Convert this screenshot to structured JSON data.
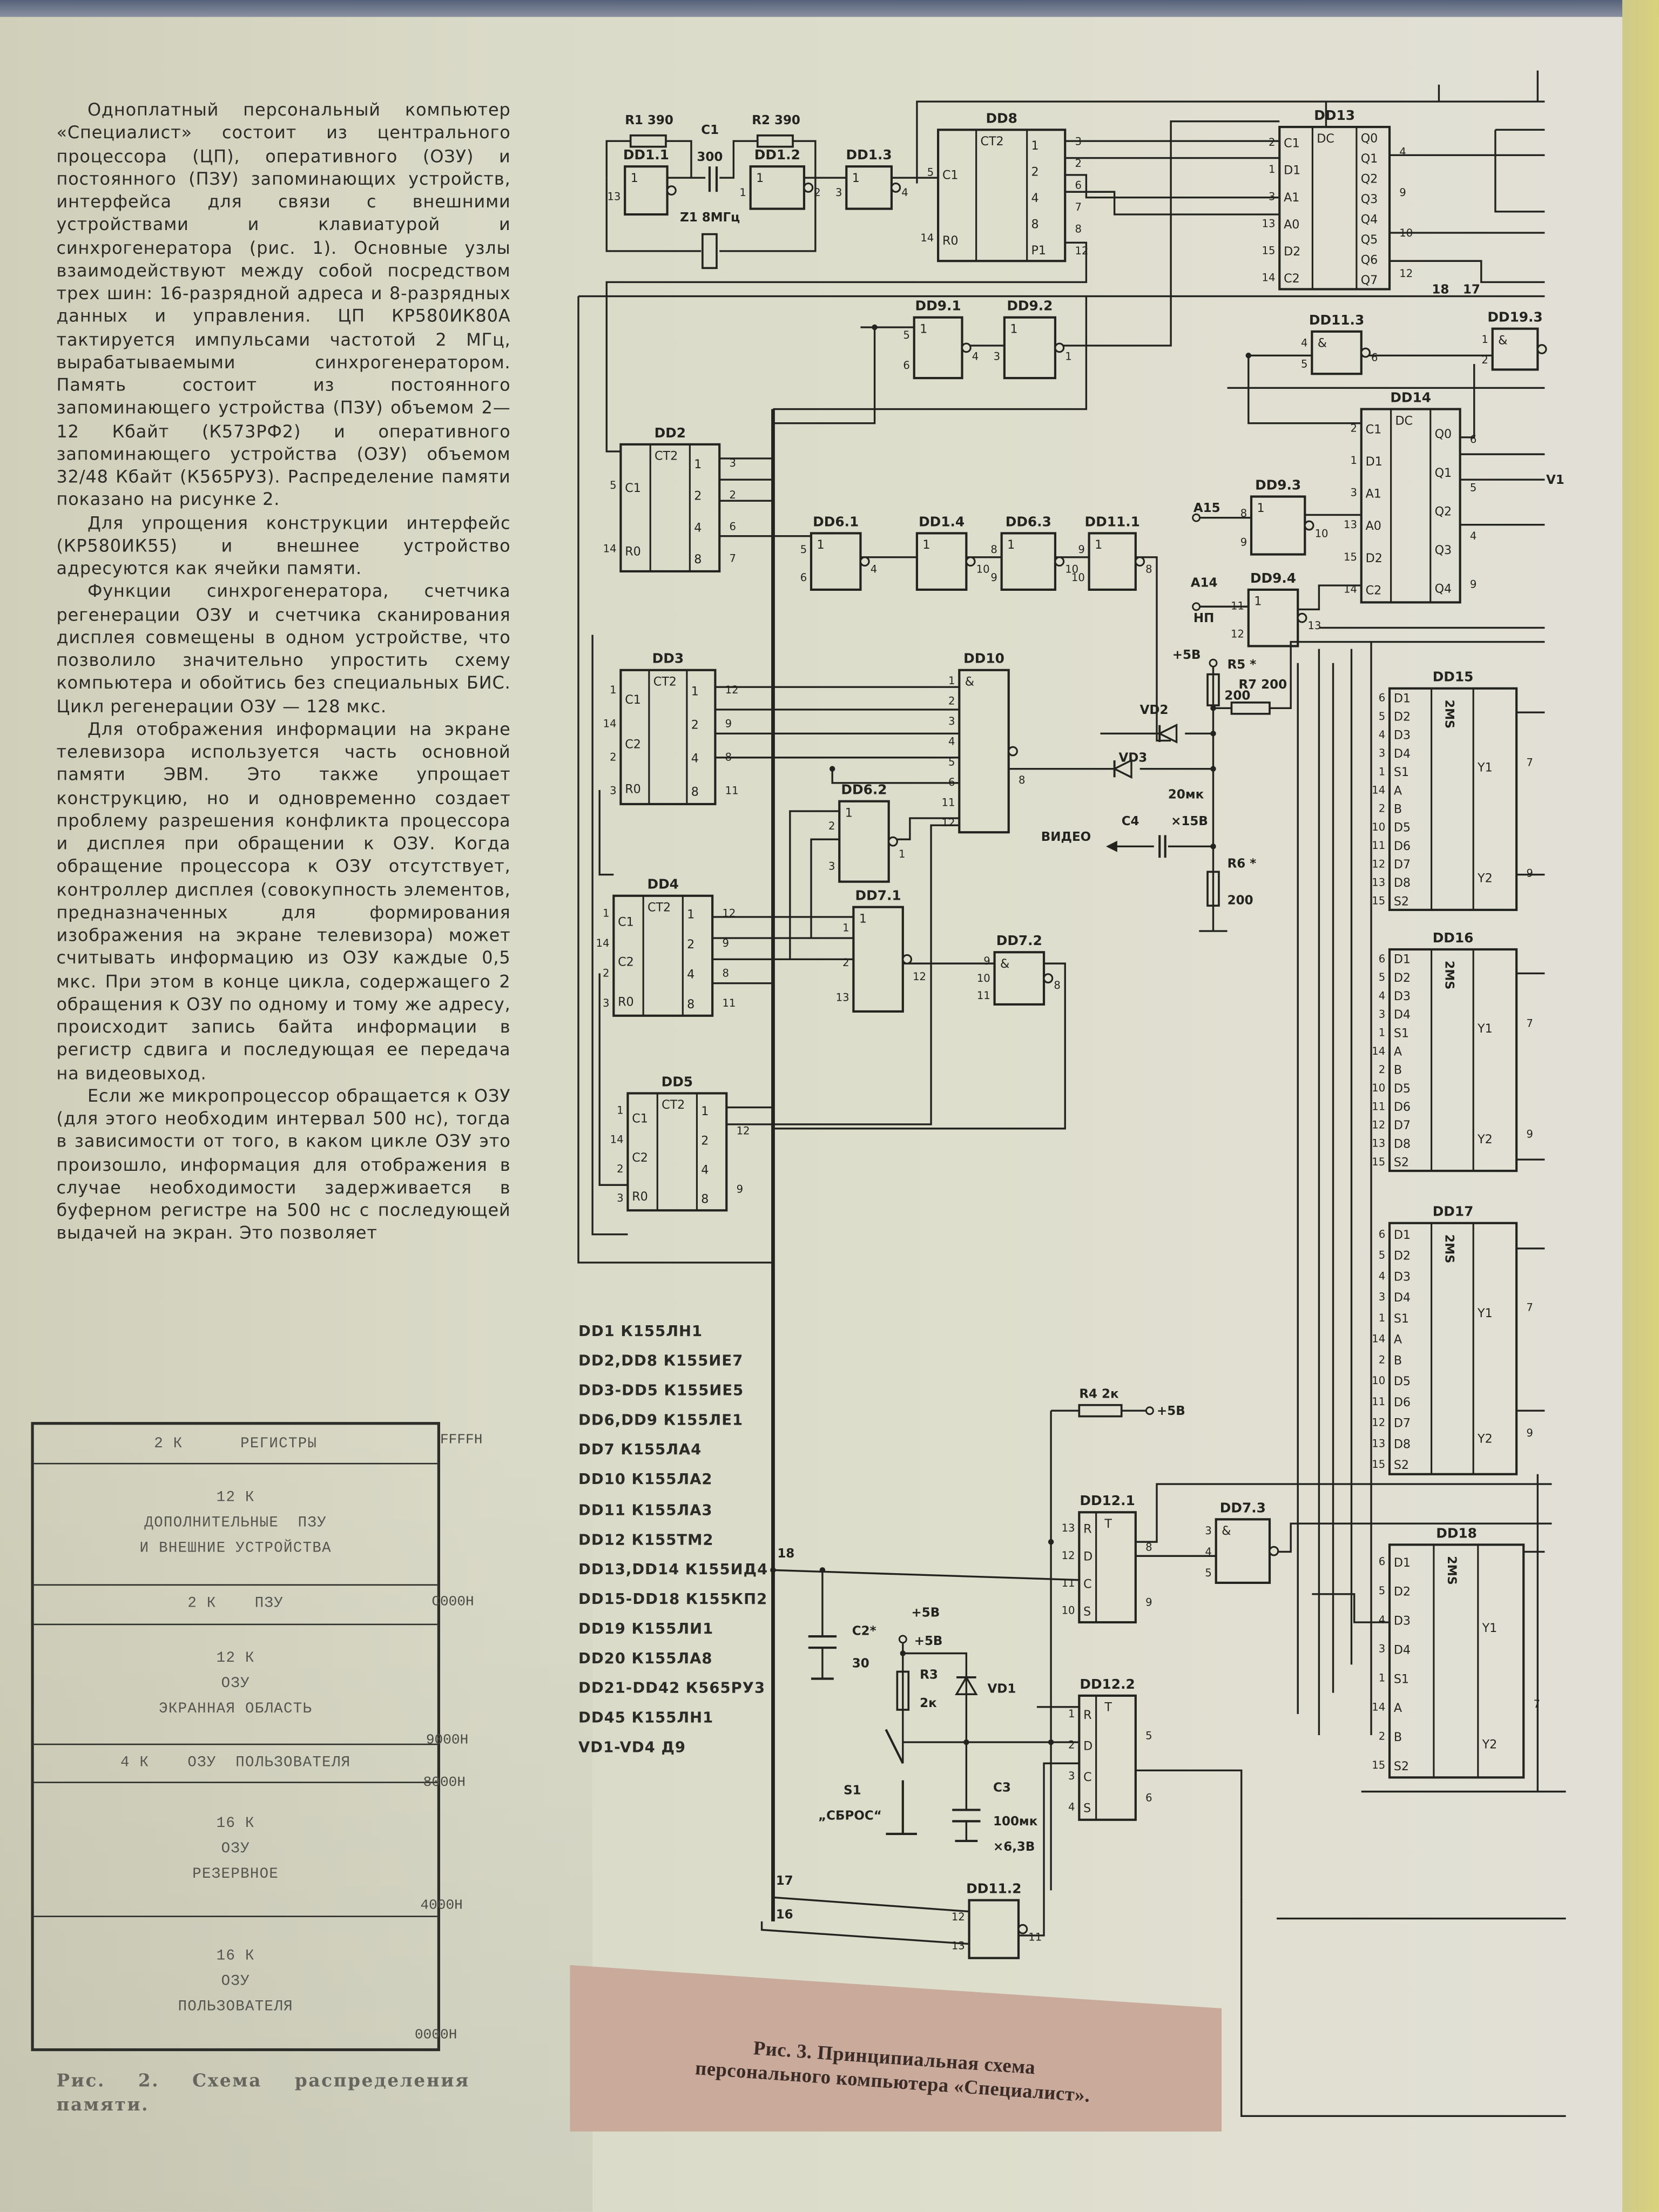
{
  "article": {
    "paragraphs": [
      "Одноплатный персональный компьютер «Специалист» состоит из центрального процессора (ЦП), оперативного (ОЗУ) и постоянного (ПЗУ) запоминающих устройств, интерфейса для связи с внешними устройствами и клавиатурой и синхрогенератора (рис. 1). Основные узлы взаимодействуют между собой посредством трех шин: 16-разрядной адреса и 8-разрядных данных и управления. ЦП КР580ИК80А тактируется импульсами частотой 2 МГц, вырабатываемыми синхрогенератором. Память состоит из постоянного запоминающего устройства (ПЗУ) объемом 2—12 Кбайт (К573РФ2) и оперативного запоминающего устройства (ОЗУ) объемом 32/48 Кбайт (К565РУ3). Распределение памяти показано на рисунке 2.",
      "Для упрощения конструкции интерфейс (КР580ИК55) и внешнее устройство адресуются как ячейки памяти.",
      "Функции синхрогенератора, счетчика регенерации ОЗУ и счетчика сканирования дисплея совмещены в одном устройстве, что позволило значительно упростить схему компьютера и обойтись без специальных БИС. Цикл регенерации ОЗУ — 128 мкс.",
      "Для отображения информации на экране телевизора используется часть основной памяти ЭВМ. Это также упрощает конструкцию, но и одновременно создает проблему разрешения конфликта процессора и дисплея при обращении к ОЗУ. Когда обращение процессора к ОЗУ отсутствует, контроллер дисплея (совокупность элементов, предназначенных для формирования изображения на экране телевизора) может считывать информацию из ОЗУ каждые 0,5 мкс. При этом в конце цикла, содержащего 2 обращения к ОЗУ по одному и тому же адресу, происходит запись байта информации в регистр сдвига и последующая ее передача на видеовыход.",
      "Если же микропроцессор обращается к ОЗУ (для этого необходим интервал 500 нс), тогда в зависимости от того, в каком цикле ОЗУ это произошло, информация для отображения в случае необходимости задерживается в буферном регистре на 500 нс с последующей выдачей на экран. Это позволяет"
    ]
  },
  "memory_map": {
    "rows": [
      {
        "lines": [
          "2 К      РЕГИСТРЫ"
        ]
      },
      {
        "lines": [
          "12 К",
          "ДОПОЛНИТЕЛЬНЫЕ  ПЗУ",
          "И ВНЕШНИЕ УСТРОЙСТВА"
        ]
      },
      {
        "lines": [
          "2 К    ПЗУ"
        ]
      },
      {
        "lines": [
          "12 К",
          "ОЗУ",
          "ЭКРАННАЯ ОБЛАСТЬ"
        ]
      },
      {
        "lines": [
          "4 К    ОЗУ  ПОЛЬЗОВАТЕЛЯ"
        ]
      },
      {
        "lines": [
          "16 К",
          "ОЗУ",
          "РЕЗЕРВНОЕ"
        ]
      },
      {
        "lines": [
          "16 К",
          "ОЗУ",
          "ПОЛЬЗОВАТЕЛЯ"
        ]
      }
    ],
    "addresses": [
      "FFFFH",
      "C000H",
      "9000H",
      "8000H",
      "4000H",
      "0000H"
    ],
    "caption": "Рис. 2. Схема распределения памяти."
  },
  "parts_list": [
    "DD1 К155ЛН1",
    "DD2,DD8 К155ИЕ7",
    "DD3-DD5 К155ИЕ5",
    "DD6,DD9 К155ЛЕ1",
    "DD7 К155ЛА4",
    "DD10 К155ЛА2",
    "DD11 К155ЛА3",
    "DD12 К155ТМ2",
    "DD13,DD14 К155ИД4",
    "DD15-DD18 К155КП2",
    "DD19 К155ЛИ1",
    "DD20 К155ЛА8",
    "DD21-DD42 К565РУ3",
    "DD45 К155ЛН1",
    "VD1-VD4 Д9"
  ],
  "fig3_caption": [
    "Рис. 3. Принципиальная схема",
    "персонального компьютера «Специалист»."
  ],
  "schematic": {
    "chips": [
      {
        "id": "DD1.1",
        "kind": "gate",
        "fn": "1",
        "pins_left": [
          "13"
        ],
        "pins_right": []
      },
      {
        "id": "DD1.2",
        "kind": "gate",
        "fn": "1",
        "pins_left": [
          "1"
        ],
        "pins_right": [
          "2"
        ]
      },
      {
        "id": "DD1.3",
        "kind": "gate",
        "fn": "1",
        "pins_left": [
          "3"
        ],
        "pins_right": [
          "4"
        ]
      },
      {
        "id": "DD8",
        "kind": "block",
        "fn": "CT2",
        "left": [
          "C1",
          "R0"
        ],
        "right": [
          "1",
          "2",
          "4",
          "8",
          "P1"
        ],
        "pins_left": [
          "5",
          "14"
        ],
        "pins_right": [
          "3",
          "2",
          "6",
          "7",
          "8",
          "12"
        ]
      },
      {
        "id": "DD13",
        "kind": "block",
        "fn": "DC",
        "left": [
          "C1",
          "D1",
          "A1",
          "A0",
          "D2",
          "C2"
        ],
        "right": [
          "Q0",
          "Q1",
          "Q2",
          "Q3",
          "Q4",
          "Q5",
          "Q6",
          "Q7"
        ],
        "pins_left": [
          "2",
          "1",
          "3",
          "13",
          "15",
          "14"
        ],
        "pins_right": [
          "4",
          "9",
          "10",
          "12"
        ]
      },
      {
        "id": "DD9.1",
        "kind": "gate",
        "fn": "1",
        "pins_left": [
          "5",
          "6"
        ],
        "pins_right": [
          "4"
        ]
      },
      {
        "id": "DD9.2",
        "kind": "gate",
        "fn": "1",
        "pins_left": [
          "3"
        ],
        "pins_right": [
          "1"
        ]
      },
      {
        "id": "DD11.3",
        "kind": "gate",
        "fn": "&",
        "pins_left": [
          "4",
          "5"
        ],
        "pins_right": [
          "6"
        ]
      },
      {
        "id": "DD19.3",
        "kind": "gate",
        "fn": "&",
        "pins_left": [
          "1",
          "2"
        ],
        "pins_right": []
      },
      {
        "id": "DD14",
        "kind": "block",
        "fn": "DC",
        "left": [
          "C1",
          "D1",
          "A1",
          "A0",
          "D2",
          "C2"
        ],
        "right": [
          "Q0",
          "Q1",
          "Q2",
          "Q3",
          "Q4"
        ],
        "pins_left": [
          "2",
          "1",
          "3",
          "13",
          "15",
          "14"
        ],
        "pins_right": [
          "6",
          "5",
          "4",
          "9"
        ]
      },
      {
        "id": "DD2",
        "kind": "block",
        "fn": "CT2",
        "left": [
          "C1",
          "R0"
        ],
        "right": [
          "1",
          "2",
          "4",
          "8"
        ],
        "pins_left": [
          "5",
          "14"
        ],
        "pins_right": [
          "3",
          "2",
          "6",
          "7"
        ]
      },
      {
        "id": "DD6.1",
        "kind": "gate",
        "fn": "1",
        "pins_left": [
          "5",
          "6"
        ],
        "pins_right": [
          "4"
        ]
      },
      {
        "id": "DD1.4",
        "kind": "gate",
        "fn": "1",
        "pins_left": [],
        "pins_right": [
          "10"
        ]
      },
      {
        "id": "DD6.3",
        "kind": "gate",
        "fn": "1",
        "pins_left": [
          "8",
          "9"
        ],
        "pins_right": [
          "10"
        ]
      },
      {
        "id": "DD11.1",
        "kind": "gate",
        "fn": "1",
        "pins_left": [
          "9",
          "10"
        ],
        "pins_right": [
          "8"
        ]
      },
      {
        "id": "DD9.3",
        "kind": "gate",
        "fn": "1",
        "pins_left": [
          "8",
          "9"
        ],
        "pins_right": [
          "10"
        ]
      },
      {
        "id": "DD9.4",
        "kind": "gate",
        "fn": "1",
        "pins_left": [
          "11",
          "12"
        ],
        "pins_right": [
          "13"
        ]
      },
      {
        "id": "DD3",
        "kind": "block",
        "fn": "CT2",
        "left": [
          "C1",
          "C2",
          "R0"
        ],
        "right": [
          "1",
          "2",
          "4",
          "8"
        ],
        "pins_left": [
          "1",
          "14",
          "2",
          "3"
        ],
        "pins_right": [
          "12",
          "9",
          "8",
          "11"
        ]
      },
      {
        "id": "DD10",
        "kind": "gate",
        "fn": "&",
        "pins_left": [
          "1",
          "2",
          "3",
          "4",
          "5",
          "6",
          "11",
          "12"
        ],
        "pins_right": [
          "8"
        ]
      },
      {
        "id": "DD6.2",
        "kind": "gate",
        "fn": "1",
        "pins_left": [
          "2",
          "3"
        ],
        "pins_right": [
          "1"
        ]
      },
      {
        "id": "DD4",
        "kind": "block",
        "fn": "CT2",
        "left": [
          "C1",
          "C2",
          "R0"
        ],
        "right": [
          "1",
          "2",
          "4",
          "8"
        ],
        "pins_left": [
          "1",
          "14",
          "2",
          "3"
        ],
        "pins_right": [
          "12",
          "9",
          "8",
          "11"
        ]
      },
      {
        "id": "DD7.1",
        "kind": "gate",
        "fn": "1",
        "pins_left": [
          "1",
          "2",
          "13"
        ],
        "pins_right": [
          "12"
        ]
      },
      {
        "id": "DD7.2",
        "kind": "gate",
        "fn": "&",
        "pins_left": [
          "9",
          "10",
          "11"
        ],
        "pins_right": [
          "8"
        ]
      },
      {
        "id": "DD5",
        "kind": "block",
        "fn": "CT2",
        "left": [
          "C1",
          "C2",
          "R0"
        ],
        "right": [
          "1",
          "2",
          "4",
          "8"
        ],
        "pins_left": [
          "1",
          "14",
          "2",
          "3"
        ],
        "pins_right": [
          "12",
          "9"
        ]
      },
      {
        "id": "DD15",
        "kind": "mux",
        "fn": "2MS",
        "left": [
          "D1",
          "D2",
          "D3",
          "D4",
          "S1",
          "A",
          "B",
          "D5",
          "D6",
          "D7",
          "D8",
          "S2"
        ],
        "right": [
          "Y1",
          "Y2"
        ],
        "pins_left": [
          "6",
          "5",
          "4",
          "3",
          "1",
          "14",
          "2",
          "10",
          "11",
          "12",
          "13",
          "15"
        ],
        "pins_right": [
          "7",
          "9"
        ]
      },
      {
        "id": "DD16",
        "kind": "mux",
        "fn": "2MS",
        "left": [
          "D1",
          "D2",
          "D3",
          "D4",
          "S1",
          "A",
          "B",
          "D5",
          "D6",
          "D7",
          "D8",
          "S2"
        ],
        "right": [
          "Y1",
          "Y2"
        ],
        "pins_left": [
          "6",
          "5",
          "4",
          "3",
          "1",
          "14",
          "2",
          "10",
          "11",
          "12",
          "13",
          "15"
        ],
        "pins_right": [
          "7",
          "9"
        ]
      },
      {
        "id": "DD17",
        "kind": "mux",
        "fn": "2MS",
        "left": [
          "D1",
          "D2",
          "D3",
          "D4",
          "S1",
          "A",
          "B",
          "D5",
          "D6",
          "D7",
          "D8",
          "S2"
        ],
        "right": [
          "Y1",
          "Y2"
        ],
        "pins_left": [
          "6",
          "5",
          "4",
          "3",
          "1",
          "14",
          "2",
          "10",
          "11",
          "12",
          "13",
          "15"
        ],
        "pins_right": [
          "7",
          "9"
        ]
      },
      {
        "id": "DD18",
        "kind": "mux",
        "fn": "2MS",
        "left": [
          "D1",
          "D2",
          "D3",
          "D4",
          "S1",
          "A",
          "B",
          "S2"
        ],
        "right": [
          "Y1",
          "Y2"
        ],
        "pins_left": [
          "6",
          "5",
          "4",
          "3",
          "1",
          "14",
          "2",
          "15"
        ],
        "pins_right": [
          "7"
        ]
      },
      {
        "id": "DD12.1",
        "kind": "block",
        "fn": "T",
        "left": [
          "R",
          "D",
          "C",
          "S"
        ],
        "right": [],
        "pins_left": [
          "13",
          "12",
          "11",
          "10"
        ],
        "pins_right": [
          "8",
          "9"
        ]
      },
      {
        "id": "DD7.3",
        "kind": "gate",
        "fn": "&",
        "pins_left": [
          "3",
          "4",
          "5"
        ],
        "pins_right": []
      },
      {
        "id": "DD12.2",
        "kind": "block",
        "fn": "T",
        "left": [
          "R",
          "D",
          "C",
          "S"
        ],
        "right": [],
        "pins_left": [
          "1",
          "2",
          "3",
          "4"
        ],
        "pins_right": [
          "5",
          "6"
        ]
      },
      {
        "id": "DD11.2",
        "kind": "gate",
        "fn": "",
        "pins_left": [
          "12",
          "13"
        ],
        "pins_right": [
          "11"
        ]
      }
    ],
    "labels": {
      "r1": "R1  390",
      "r2": "R2  390",
      "c1": "C1",
      "c1v": "300",
      "z1": "Z1 8МГц",
      "a15": "A15",
      "a14": "A14",
      "np": "НП",
      "p5v_a": "+5В",
      "r5": "R5 *",
      "r5v": "200",
      "r7": "R7 200",
      "vd2": "VD2",
      "vd3": "VD3",
      "c4v": "20мк",
      "c4": "C4",
      "c4v2": "×15В",
      "video": "ВИДЕО",
      "r6": "R6 *",
      "r6v": "200",
      "v1": "V1",
      "n18a": "18",
      "n17a": "17",
      "r4": "R4  2к",
      "p5v_b": "+5В",
      "n18": "18",
      "c2": "C2*",
      "c2v": "30",
      "p5v_c": "+5В",
      "p5v_d": "+5В",
      "r3": "R3",
      "r3v": "2к",
      "vd1": "VD1",
      "s1": "S1",
      "s1n": "„СБРОС“",
      "c3": "C3",
      "c3v": "100мк",
      "c3v2": "×6,3В",
      "n17": "17",
      "n16": "16"
    }
  }
}
